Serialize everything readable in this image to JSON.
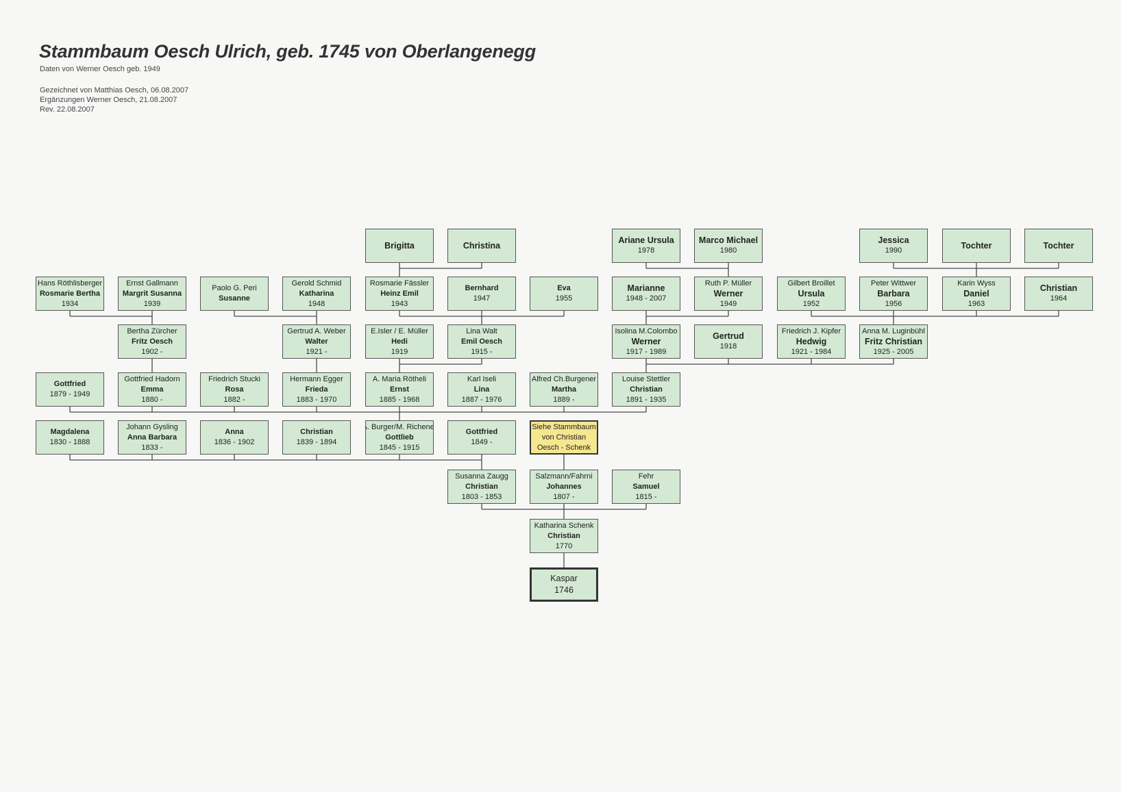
{
  "title": "Stammbaum Oesch Ulrich, geb. 1745 von Oberlangenegg",
  "subtitle": "Daten von Werner Oesch geb. 1949",
  "credits": [
    "Gezeichnet von Matthias Oesch, 06.08.2007",
    "Ergänzungen Werner Oesch, 21.08.2007",
    "Rev. 22.08.2007"
  ],
  "colors": {
    "box_fill": "#d3e9d3",
    "highlight_fill": "#f5e690",
    "line": "#4a4a4a"
  },
  "nodes": {
    "brigitta": {
      "name": "Brigitta"
    },
    "christina": {
      "name": "Christina"
    },
    "ariane": {
      "name": "Ariane Ursula",
      "years": "1978"
    },
    "marco": {
      "name": "Marco Michael",
      "years": "1980"
    },
    "jessica": {
      "name": "Jessica",
      "years": "1990"
    },
    "tochter1": {
      "name": "Tochter"
    },
    "tochter2": {
      "name": "Tochter"
    },
    "rosmarie_bertha": {
      "spouse": "Hans Röthlisberger",
      "name": "Rosmarie Bertha",
      "years": "1934"
    },
    "margrit": {
      "spouse": "Ernst Gallmann",
      "name": "Margrit Susanna",
      "years": "1939"
    },
    "susanne": {
      "spouse": "Paolo G. Peri",
      "name": "Susanne"
    },
    "katharina": {
      "spouse": "Gerold Schmid",
      "name": "Katharina",
      "years": "1948"
    },
    "heinz": {
      "spouse": "Rosmarie Fässler",
      "name": "Heinz Emil",
      "years": "1943"
    },
    "bernhard": {
      "name": "Bernhard",
      "years": "1947"
    },
    "eva": {
      "name": "Eva",
      "years": "1955"
    },
    "marianne": {
      "name": "Marianne",
      "years": "1948 - 2007"
    },
    "werner_1949": {
      "spouse": "Ruth P. Müller",
      "name": "Werner",
      "years": "1949"
    },
    "ursula": {
      "spouse": "Gilbert Broillet",
      "name": "Ursula",
      "years": "1952"
    },
    "barbara": {
      "spouse": "Peter Wittwer",
      "name": "Barbara",
      "years": "1956"
    },
    "daniel": {
      "spouse": "Karin Wyss",
      "name": "Daniel",
      "years": "1963"
    },
    "christian_1964": {
      "name": "Christian",
      "years": "1964"
    },
    "fritz": {
      "spouse": "Bertha Zürcher",
      "name": "Fritz Oesch",
      "years": "1902 -"
    },
    "walter": {
      "spouse": "Gertrud A. Weber",
      "name": "Walter",
      "years": "1921 -"
    },
    "hedi": {
      "spouse": "E.Isler / E. Müller",
      "name": "Hedi",
      "years": "1919"
    },
    "emil": {
      "spouse": "Lina Walt",
      "name": "Emil Oesch",
      "years": "1915 -"
    },
    "werner_1917": {
      "spouse": "Isolina M.Colombo",
      "name": "Werner",
      "years": "1917 - 1989"
    },
    "gertrud": {
      "name": "Gertrud",
      "years": "1918"
    },
    "hedwig": {
      "spouse": "Friedrich J. Kipfer",
      "name": "Hedwig",
      "years": "1921 - 1984"
    },
    "fritz_christian": {
      "spouse": "Anna M. Luginbühl",
      "name": "Fritz Christian",
      "years": "1925 - 2005"
    },
    "gottfried_1879": {
      "name": "Gottfried",
      "years": "1879 - 1949"
    },
    "emma": {
      "spouse": "Gottfried Hadorn",
      "name": "Emma",
      "years": "1880 -"
    },
    "rosa": {
      "spouse": "Friedrich Stucki",
      "name": "Rosa",
      "years": "1882 -"
    },
    "frieda": {
      "spouse": "Hermann Egger",
      "name": "Frieda",
      "years": "1883 - 1970"
    },
    "ernst": {
      "spouse": "A. Maria Rötheli",
      "name": "Ernst",
      "years": "1885 - 1968"
    },
    "lina": {
      "spouse": "Karl Iseli",
      "name": "Lina",
      "years": "1887 - 1976"
    },
    "martha": {
      "spouse": "Alfred Ch.Burgener",
      "name": "Martha",
      "years": "1889 -"
    },
    "christian_1891": {
      "spouse": "Louise Stettler",
      "name": "Christian",
      "years": "1891 - 1935"
    },
    "magdalena": {
      "name": "Magdalena",
      "years": "1830 - 1888"
    },
    "anna_barbara": {
      "spouse": "Johann Gysling",
      "name": "Anna Barbara",
      "years": "1833 -"
    },
    "anna": {
      "name": "Anna",
      "years": "1836 - 1902"
    },
    "christian_1839": {
      "name": "Christian",
      "years": "1839 - 1894"
    },
    "gottlieb": {
      "spouse": "A. Burger/M. Richener",
      "name": "Gottlieb",
      "years": "1845 - 1915"
    },
    "gottfried_1849": {
      "name": "Gottfried",
      "years": "1849 -"
    },
    "siehe": {
      "spouse": "Siehe Stammbaum",
      "name": "von Christian",
      "years": "Oesch - Schenk"
    },
    "christian_1803": {
      "spouse": "Susanna Zaugg",
      "name": "Christian",
      "years": "1803 - 1853"
    },
    "johannes": {
      "spouse": "Salzmann/Fahrni",
      "name": "Johannes",
      "years": "1807 -"
    },
    "samuel": {
      "spouse": "Fehr",
      "name": "Samuel",
      "years": "1815 -"
    },
    "christian_1770": {
      "spouse": "Katharina Schenk",
      "name": "Christian",
      "years": "1770"
    },
    "kaspar": {
      "name": "Kaspar",
      "years": "1746"
    }
  }
}
